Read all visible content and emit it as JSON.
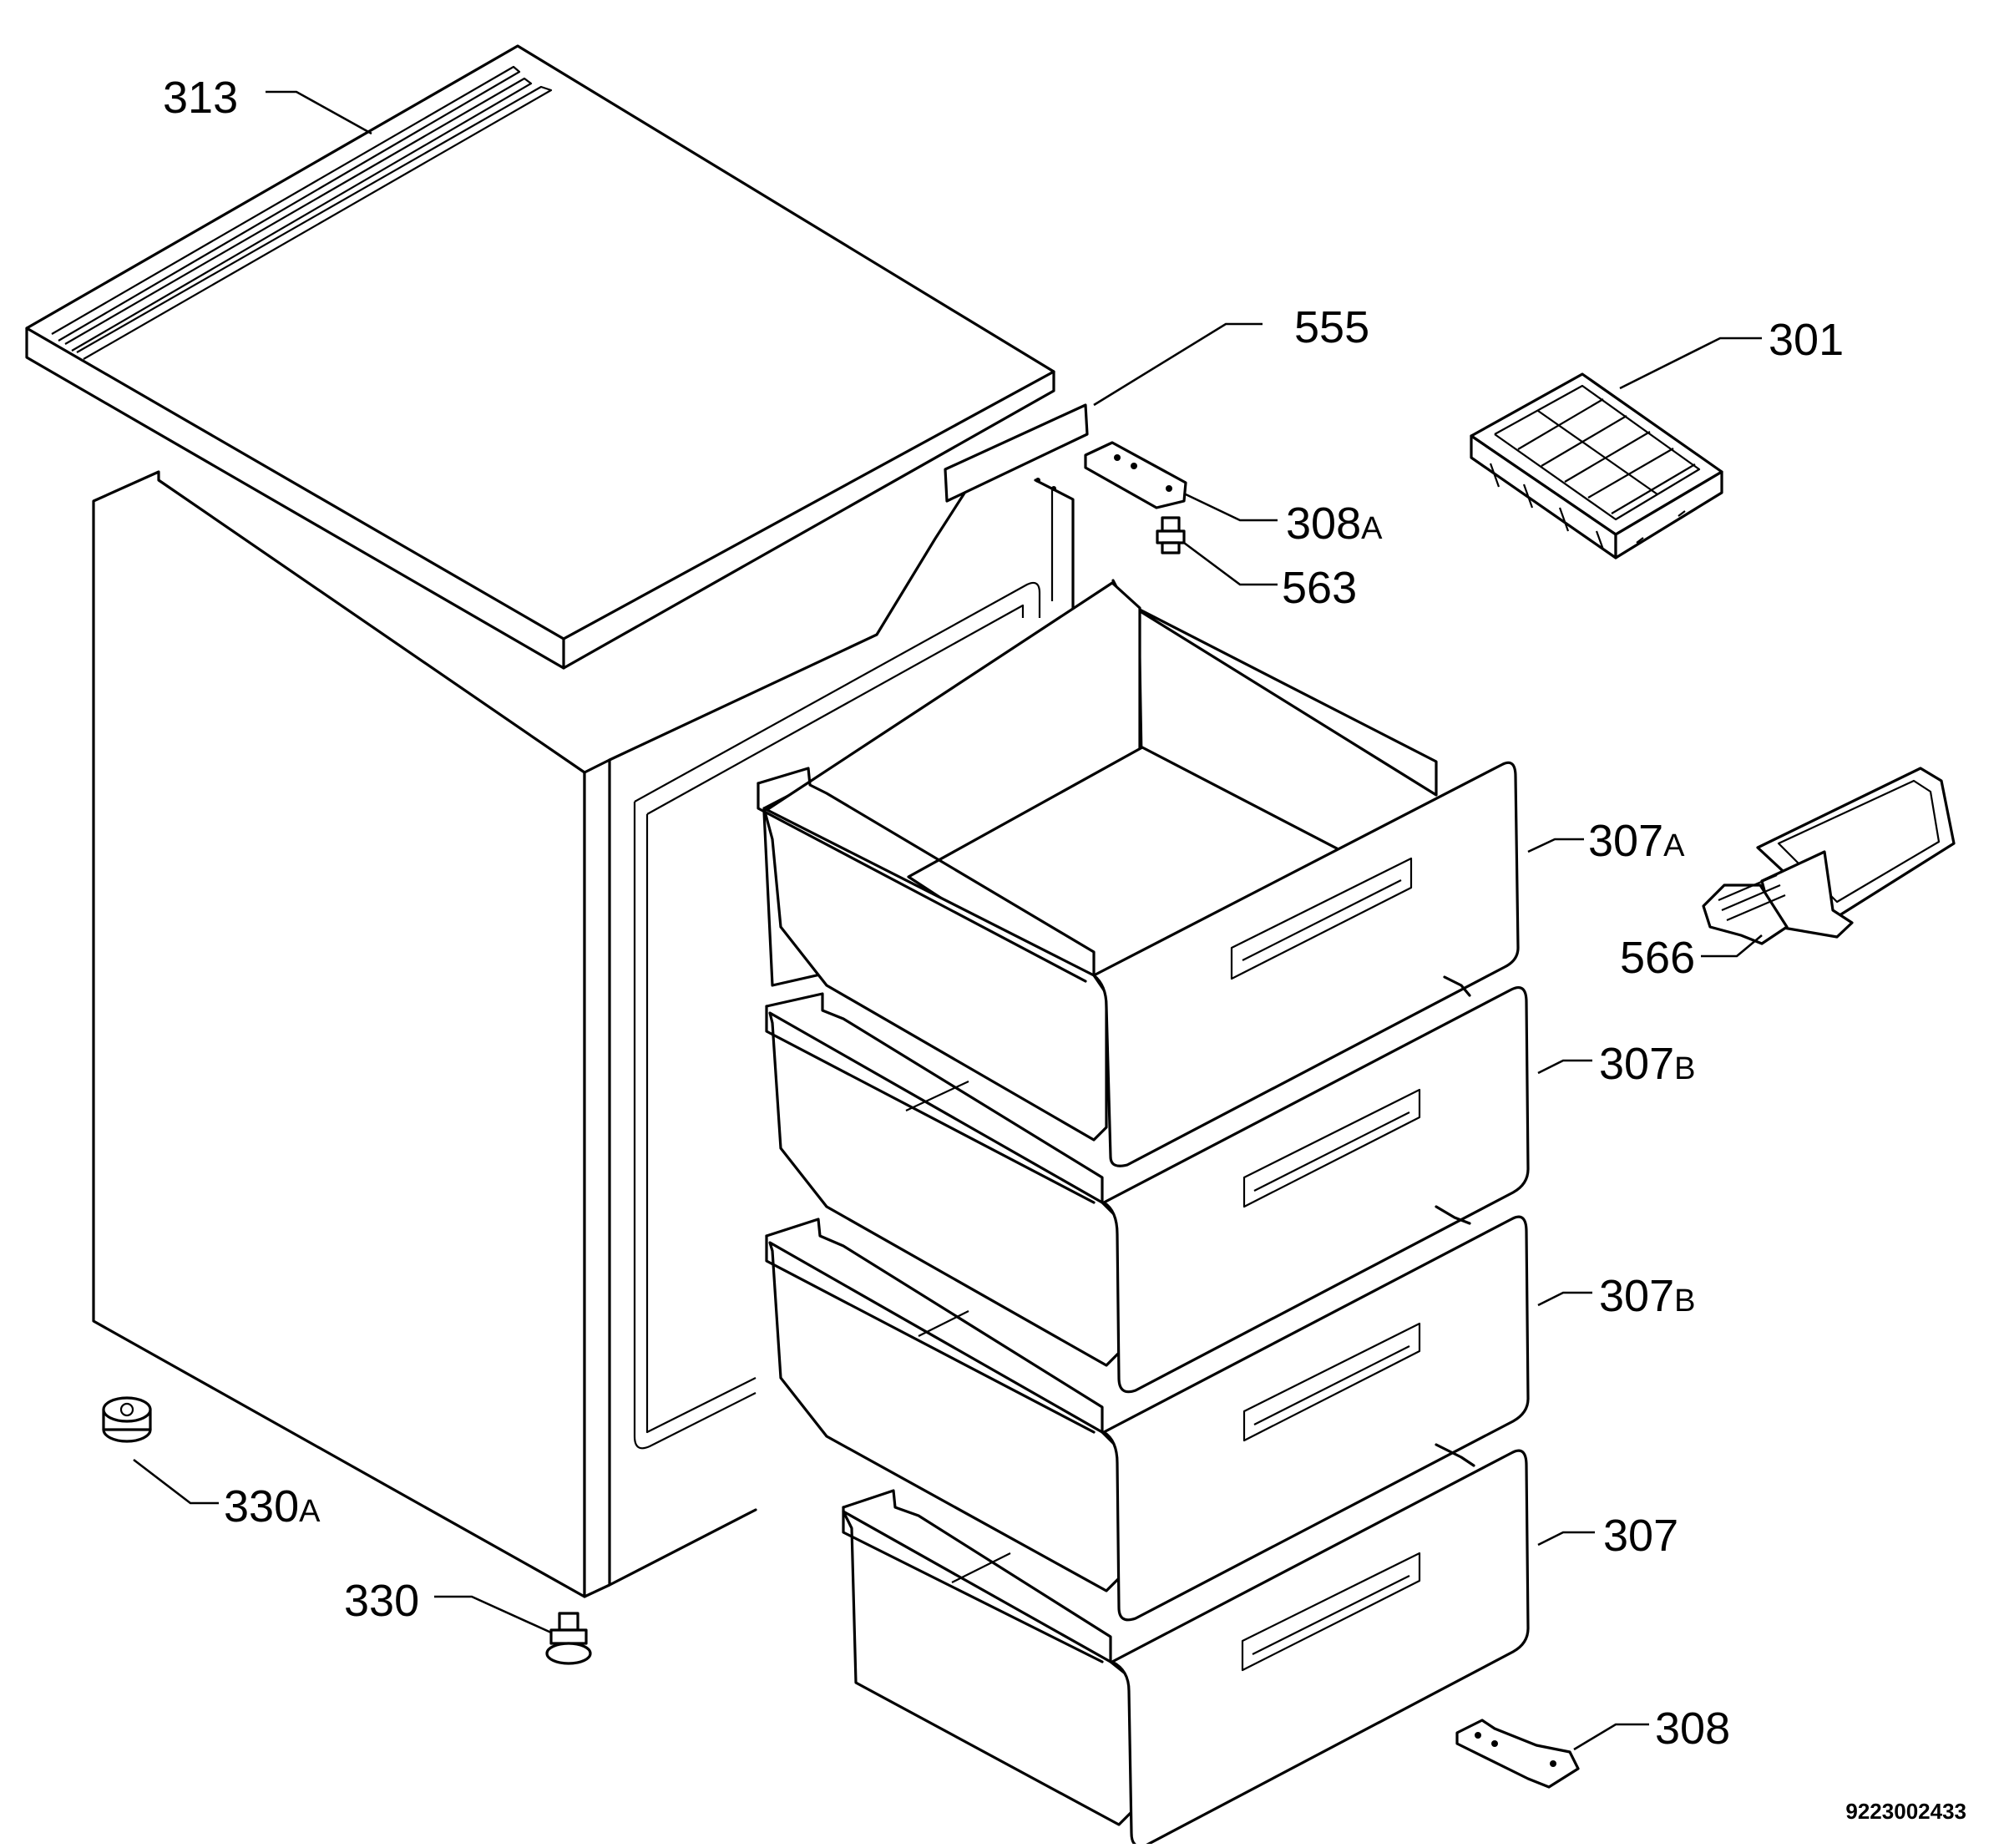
{
  "callouts": [
    {
      "id": "313",
      "number": "313",
      "suffix": ""
    },
    {
      "id": "555",
      "number": "555",
      "suffix": ""
    },
    {
      "id": "301",
      "number": "301",
      "suffix": ""
    },
    {
      "id": "308A",
      "number": "308",
      "suffix": "A"
    },
    {
      "id": "563",
      "number": "563",
      "suffix": ""
    },
    {
      "id": "307A",
      "number": "307",
      "suffix": "A"
    },
    {
      "id": "566",
      "number": "566",
      "suffix": ""
    },
    {
      "id": "307B-upper",
      "number": "307",
      "suffix": "B"
    },
    {
      "id": "307B-lower",
      "number": "307",
      "suffix": "B"
    },
    {
      "id": "307",
      "number": "307",
      "suffix": ""
    },
    {
      "id": "330A",
      "number": "330",
      "suffix": "A"
    },
    {
      "id": "330",
      "number": "330",
      "suffix": ""
    },
    {
      "id": "308",
      "number": "308",
      "suffix": ""
    }
  ],
  "drawing_code": "9223002433"
}
